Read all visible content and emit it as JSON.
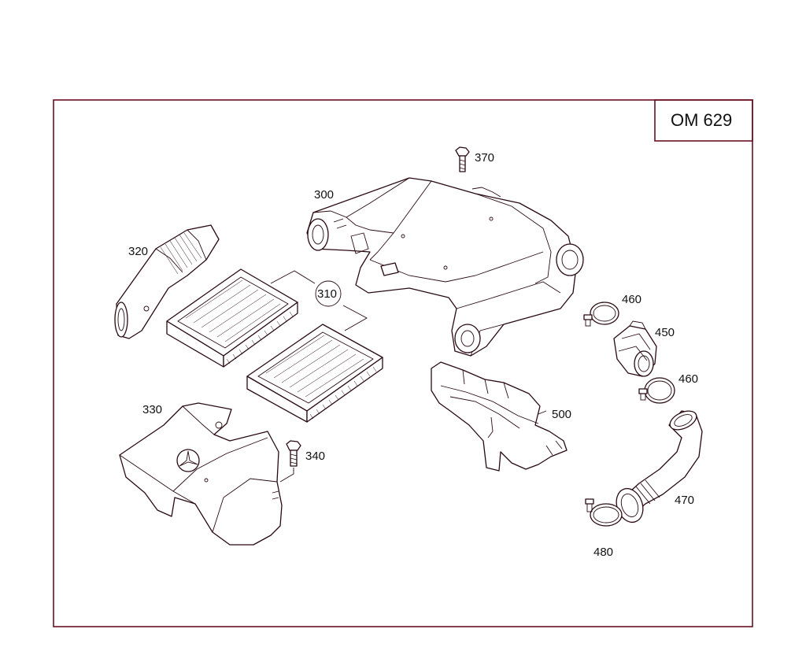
{
  "diagram": {
    "model_label": "OM 629",
    "callouts": {
      "p300": "300",
      "p310": "310",
      "p320": "320",
      "p330": "330",
      "p340": "340",
      "p370": "370",
      "p450": "450",
      "p460a": "460",
      "p460b": "460",
      "p470": "470",
      "p480": "480",
      "p500": "500"
    },
    "colors": {
      "frame": "#6b0f24",
      "line": "#2a0a12",
      "text": "#111111"
    }
  }
}
